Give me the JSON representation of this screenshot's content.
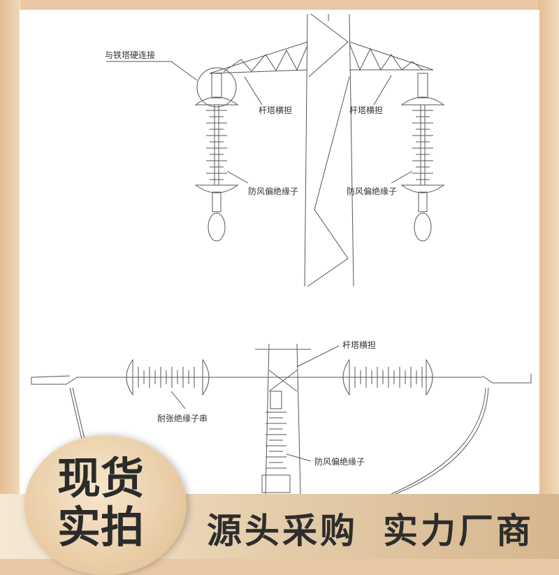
{
  "diagram": {
    "top_labels": {
      "hard_connection": "与铁塔硬连接",
      "crossarm_left": "杆塔横担",
      "crossarm_right": "杆塔横担",
      "insulator_left": "防风偏绝缘子",
      "insulator_right": "防风偏绝缘子"
    },
    "bottom_labels": {
      "crossarm": "杆塔横担",
      "tension_string": "耐张绝缘子串",
      "insulator": "防风偏绝缘子"
    }
  },
  "badge": {
    "line1": "现货",
    "line2": "实拍"
  },
  "banner": {
    "slogan1": "源头采购",
    "slogan2": "实力厂商"
  },
  "colors": {
    "border": "#e4bd93",
    "banner": "#d6b68e",
    "text": "#2d2d2d"
  }
}
